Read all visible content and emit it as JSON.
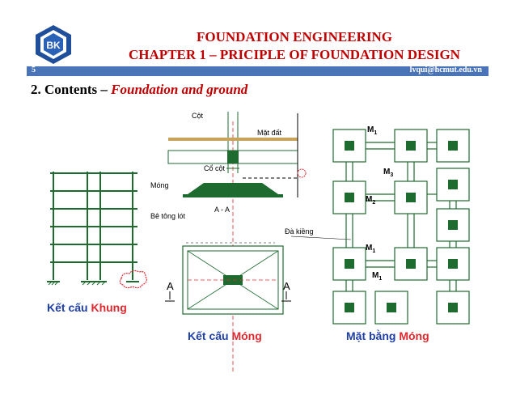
{
  "header": {
    "title_line1": "FOUNDATION ENGINEERING",
    "title_line2": "CHAPTER 1 – PRICIPLE OF FOUNDATION DESIGN",
    "slide_number": "5",
    "email": "lvqui@hcmut.edu.vn",
    "logo_text": "BK"
  },
  "section": {
    "prefix": "2. Contents – ",
    "highlight": "Foundation and ground"
  },
  "diagram": {
    "labels": {
      "cot": "Cột",
      "mat_dat": "Mặt đất",
      "co_cot": "Cổ cột",
      "mong": "Móng",
      "be_tong_lot": "Bê tông lót",
      "section_aa": "A - A",
      "da_kieng": "Đà kiềng",
      "a_left": "A",
      "a_right": "A",
      "m1_top": "M",
      "m3": "M",
      "m2": "M",
      "m1_mid": "M",
      "m1_low": "M",
      "sub1": "1",
      "sub3": "3",
      "sub2": "2"
    },
    "captions": {
      "frame_prefix": "Kết cấu ",
      "frame_highlight": "Khung",
      "found_prefix": "Kết cấu ",
      "found_highlight": "Móng",
      "plan_prefix": "Mặt bằng ",
      "plan_highlight": "Móng"
    }
  },
  "colors": {
    "title_red": "#c00000",
    "bar_blue": "#4a74b8",
    "structure_green": "#1e6b2f",
    "caption_blue": "#1f3fa8",
    "caption_red": "#e0282f",
    "ground_tan": "#c8a45a"
  }
}
